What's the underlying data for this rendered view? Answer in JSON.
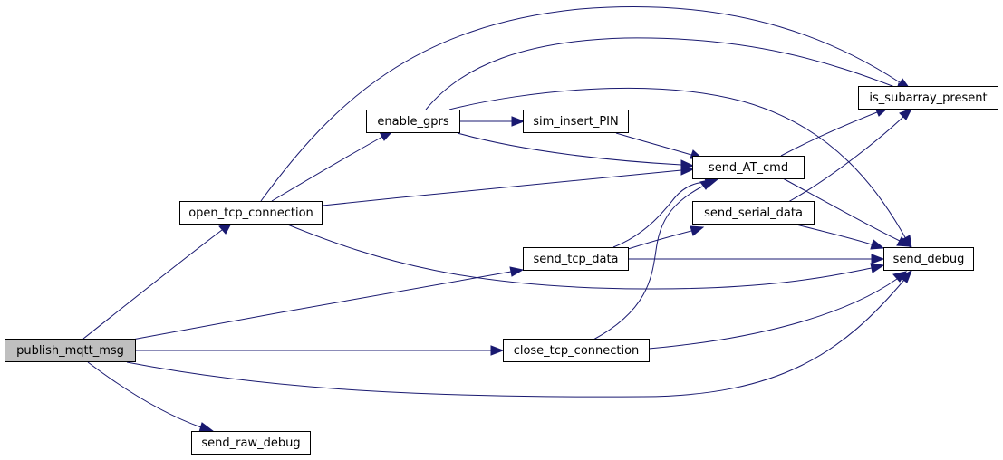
{
  "diagram": {
    "edge_color": "#191970",
    "root_fill": "#bfbfbf",
    "node_fill": "#ffffff",
    "nodes": {
      "publish_mqtt_msg": "publish_mqtt_msg",
      "open_tcp_connection": "open_tcp_connection",
      "enable_gprs": "enable_gprs",
      "sim_insert_PIN": "sim_insert_PIN",
      "send_AT_cmd": "send_AT_cmd",
      "is_subarray_present": "is_subarray_present",
      "send_serial_data": "send_serial_data",
      "send_tcp_data": "send_tcp_data",
      "send_debug": "send_debug",
      "close_tcp_connection": "close_tcp_connection",
      "send_raw_debug": "send_raw_debug"
    },
    "edges": [
      [
        "publish_mqtt_msg",
        "open_tcp_connection"
      ],
      [
        "publish_mqtt_msg",
        "send_tcp_data"
      ],
      [
        "publish_mqtt_msg",
        "close_tcp_connection"
      ],
      [
        "publish_mqtt_msg",
        "send_debug"
      ],
      [
        "publish_mqtt_msg",
        "send_raw_debug"
      ],
      [
        "open_tcp_connection",
        "enable_gprs"
      ],
      [
        "open_tcp_connection",
        "is_subarray_present"
      ],
      [
        "open_tcp_connection",
        "send_AT_cmd"
      ],
      [
        "open_tcp_connection",
        "send_debug"
      ],
      [
        "enable_gprs",
        "sim_insert_PIN"
      ],
      [
        "enable_gprs",
        "is_subarray_present"
      ],
      [
        "enable_gprs",
        "send_AT_cmd"
      ],
      [
        "enable_gprs",
        "send_debug"
      ],
      [
        "sim_insert_PIN",
        "send_AT_cmd"
      ],
      [
        "send_AT_cmd",
        "is_subarray_present"
      ],
      [
        "send_AT_cmd",
        "send_debug"
      ],
      [
        "send_serial_data",
        "is_subarray_present"
      ],
      [
        "send_serial_data",
        "send_debug"
      ],
      [
        "send_tcp_data",
        "send_AT_cmd"
      ],
      [
        "send_tcp_data",
        "send_serial_data"
      ],
      [
        "send_tcp_data",
        "send_debug"
      ],
      [
        "close_tcp_connection",
        "send_AT_cmd"
      ],
      [
        "close_tcp_connection",
        "send_debug"
      ]
    ]
  }
}
